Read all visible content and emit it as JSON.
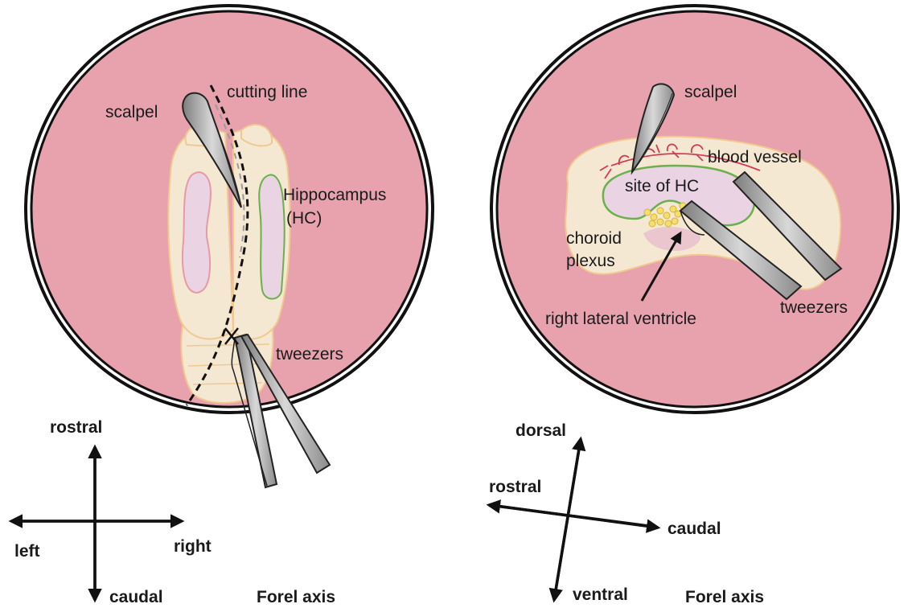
{
  "left_panel": {
    "labels": {
      "cutting_line": "cutting line",
      "scalpel": "scalpel",
      "hippocampus_line1": "Hippocampus",
      "hippocampus_line2": "(HC)",
      "tweezers": "tweezers"
    },
    "axes": {
      "up": "rostral",
      "down": "caudal",
      "left": "left",
      "right": "right",
      "caption": "Forel axis"
    }
  },
  "right_panel": {
    "labels": {
      "scalpel": "scalpel",
      "blood_vessel": "blood vessel",
      "site_of_hc": "site of HC",
      "choroid_line1": "choroid",
      "choroid_line2": "plexus",
      "ventricle": "right lateral ventricle",
      "tweezers": "tweezers"
    },
    "axes": {
      "up": "dorsal",
      "down": "ventral",
      "left": "rostral",
      "right": "caudal",
      "caption": "Forel axis"
    }
  },
  "colors": {
    "dish_fill": "#e7a2ae",
    "brain_fill": "#f5e8d2",
    "brain_outline": "#f0c890",
    "hc_outline": "#6ab04c",
    "hc_fill": "#ead3e3",
    "tool_fill": "#a8a8a8",
    "vessel": "#d23a55",
    "choroid": "#e8c83a"
  }
}
